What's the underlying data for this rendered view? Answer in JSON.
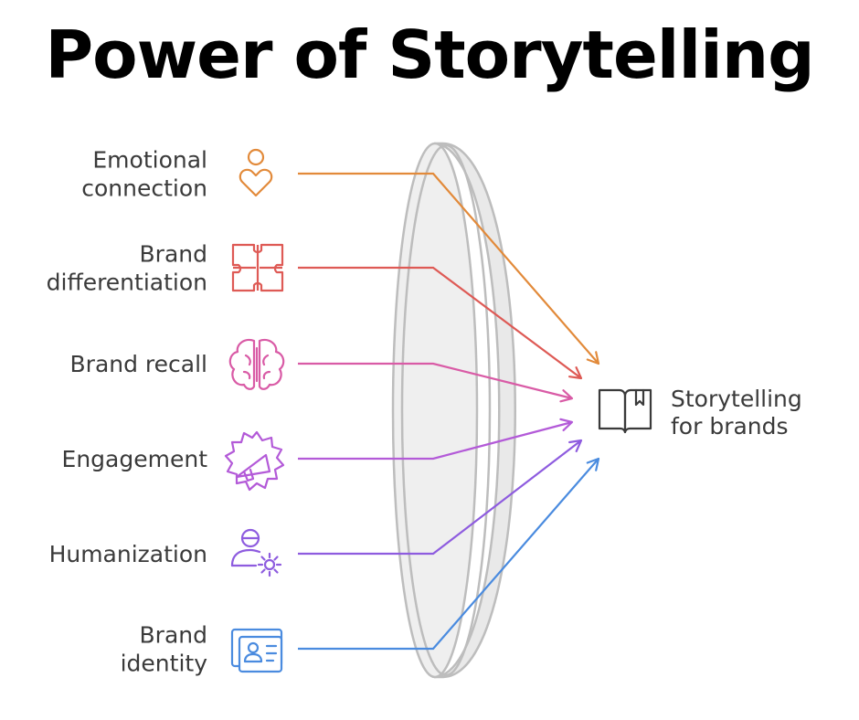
{
  "title": "Power of Storytelling",
  "target": {
    "label_lines": [
      "Storytelling",
      "for brands"
    ],
    "icon": "open-book-icon",
    "color": "#3a3a3a"
  },
  "inputs": [
    {
      "lines": [
        "Emotional",
        "connection"
      ],
      "icon": "heart-person-icon",
      "color": "#E28A3A"
    },
    {
      "lines": [
        "Brand",
        "differentiation"
      ],
      "icon": "puzzle-icon",
      "color": "#DE5A55"
    },
    {
      "lines": [
        "Brand recall"
      ],
      "icon": "brain-icon",
      "color": "#D95BA6"
    },
    {
      "lines": [
        "Engagement"
      ],
      "icon": "megaphone-icon",
      "color": "#B35AD8"
    },
    {
      "lines": [
        "Humanization"
      ],
      "icon": "person-gear-icon",
      "color": "#8E5CDF"
    },
    {
      "lines": [
        "Brand",
        "identity"
      ],
      "icon": "id-card-icon",
      "color": "#4A8BDF"
    }
  ],
  "lens": {
    "fill": "#efefef",
    "stroke": "#bdbdbd"
  }
}
